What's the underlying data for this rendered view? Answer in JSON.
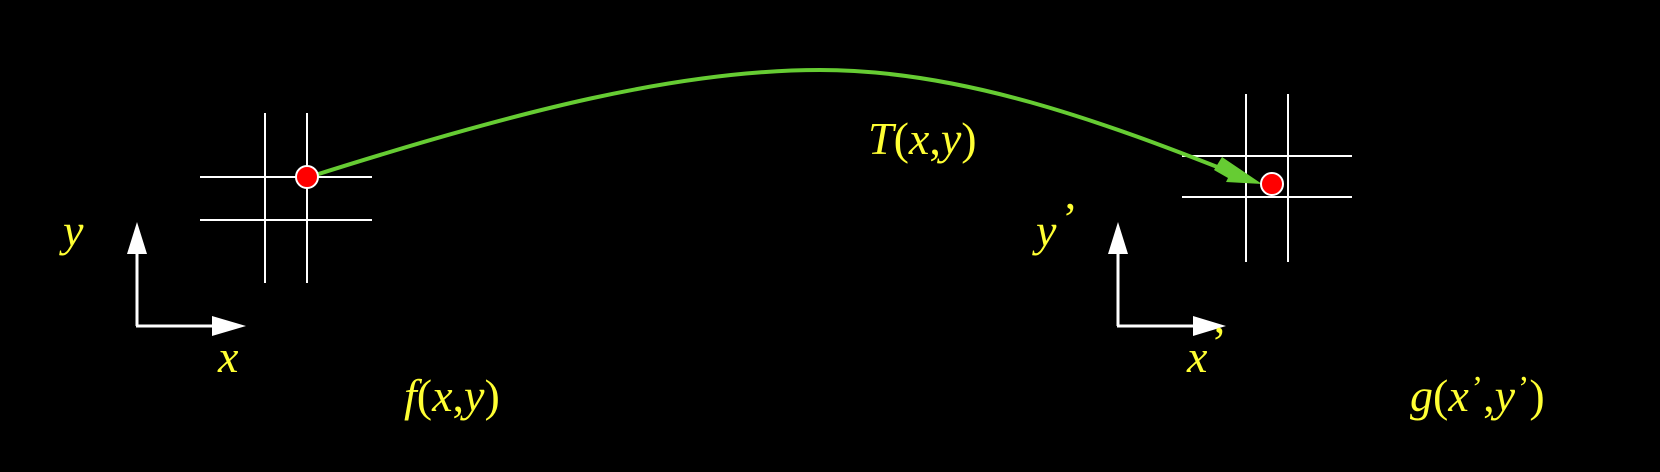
{
  "colors": {
    "background": "#000000",
    "grid": "#ffffff",
    "axes": "#ffffff",
    "point": "#ff0000",
    "transform_arrow": "#66cc33",
    "labels": "#ffff33"
  },
  "labels": {
    "source_y": "y",
    "source_x": "x",
    "target_y": "y",
    "target_y_prime": "’",
    "target_x": "x",
    "target_x_prime": "’",
    "transform": {
      "name": "T",
      "open": "(",
      "x": "x",
      "comma": ",",
      "y": "y",
      "close": ")"
    },
    "source_func": {
      "name": "f",
      "open": "(",
      "x": "x",
      "comma": ",",
      "y": "y",
      "close": ")"
    },
    "target_func": {
      "name": "g",
      "open": "(",
      "x": "x",
      "x_prime": "’",
      "comma": ",",
      "y": "y",
      "y_prime": "’",
      "close": ")"
    }
  },
  "icons": {
    "source_grid": "grid-icon",
    "target_grid": "grid-icon",
    "source_point": "dot-icon",
    "target_point": "dot-icon",
    "transform_arrow": "curved-arrow-icon"
  }
}
